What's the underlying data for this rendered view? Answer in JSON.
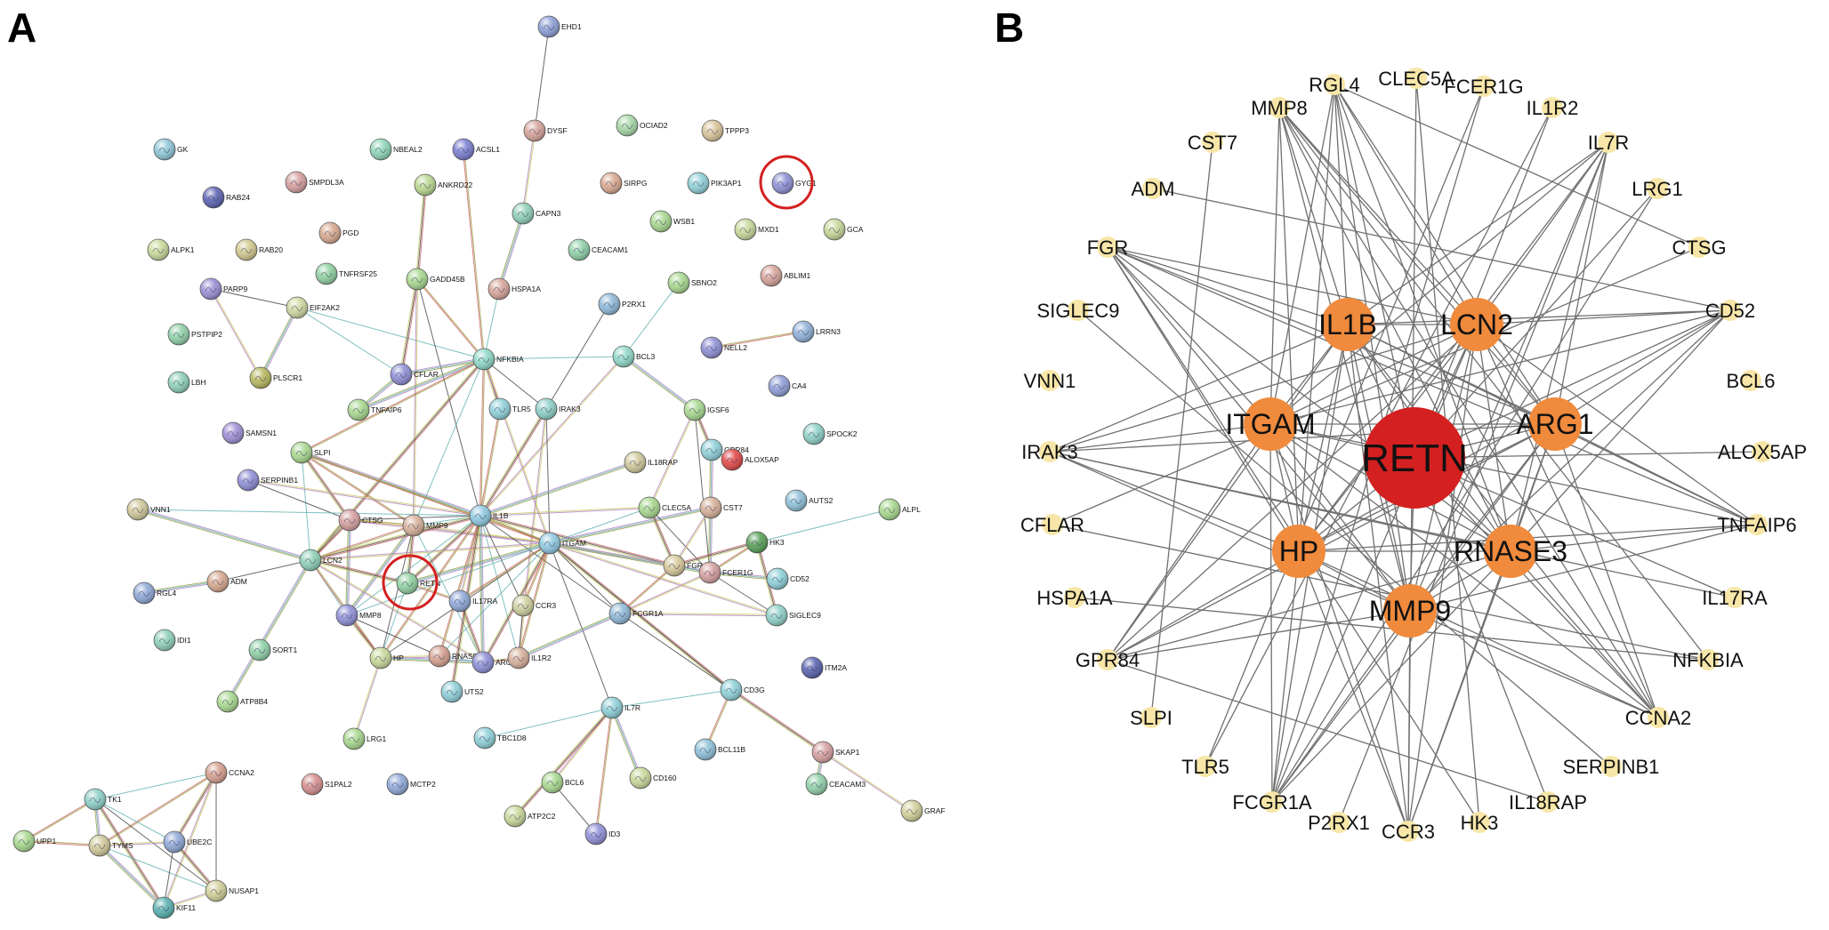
{
  "panels": {
    "a": "A",
    "b": "B"
  },
  "panel_a": {
    "nodes": [
      {
        "id": "EHD1",
        "color": "#8d9fd6"
      },
      {
        "id": "DYSF",
        "color": "#d6a49a"
      },
      {
        "id": "OCIAD2",
        "color": "#a8d8a8"
      },
      {
        "id": "TPPP3",
        "color": "#d9c49a"
      },
      {
        "id": "GK",
        "color": "#8fc7d8"
      },
      {
        "id": "NBEAL2",
        "color": "#8fd5b8"
      },
      {
        "id": "ACSL1",
        "color": "#7a7fd0"
      },
      {
        "id": "SMPDL3A",
        "color": "#d6a0a0"
      },
      {
        "id": "ANKRD22",
        "color": "#b8d88f"
      },
      {
        "id": "SIRPG",
        "color": "#d8a88f"
      },
      {
        "id": "PIK3AP1",
        "color": "#8fd0d8"
      },
      {
        "id": "GYG1",
        "color": "#8f8fd6"
      },
      {
        "id": "RAB24",
        "color": "#5a63b0"
      },
      {
        "id": "CAPN3",
        "color": "#8fd0b8"
      },
      {
        "id": "WSB1",
        "color": "#a8d88f"
      },
      {
        "id": "MXD1",
        "color": "#c8d89a"
      },
      {
        "id": "GCA",
        "color": "#c8d89a"
      },
      {
        "id": "ALPK1",
        "color": "#c8d89a"
      },
      {
        "id": "RAB20",
        "color": "#d0c88f"
      },
      {
        "id": "PGD",
        "color": "#d6a88f"
      },
      {
        "id": "CEACAM1",
        "color": "#8fd0a8"
      },
      {
        "id": "GADD45B",
        "color": "#a8d88f"
      },
      {
        "id": "HSPA1A",
        "color": "#d6a49a"
      },
      {
        "id": "TNFRSF25",
        "color": "#8fd0a0"
      },
      {
        "id": "SBNO2",
        "color": "#a8d88f"
      },
      {
        "id": "ABLIM1",
        "color": "#d6a49a"
      },
      {
        "id": "PARP9",
        "color": "#9a8fd6"
      },
      {
        "id": "EIF2AK2",
        "color": "#d0d8a0"
      },
      {
        "id": "P2RX1",
        "color": "#8fb8d8"
      },
      {
        "id": "LRRN3",
        "color": "#8fb0d8"
      },
      {
        "id": "PSTPIP2",
        "color": "#8fd0a8"
      },
      {
        "id": "NELL2",
        "color": "#8f8fd6"
      },
      {
        "id": "BCL3",
        "color": "#8fd8c8"
      },
      {
        "id": "CFLAR",
        "color": "#8f8fd6"
      },
      {
        "id": "NFKBIA",
        "color": "#8fd8c8"
      },
      {
        "id": "PLSCR1",
        "color": "#b8b860"
      },
      {
        "id": "LBH",
        "color": "#8fd0b8"
      },
      {
        "id": "CA4",
        "color": "#8f9fd6"
      },
      {
        "id": "TLR5",
        "color": "#8fd0d8"
      },
      {
        "id": "IRAK3",
        "color": "#8fd0c8"
      },
      {
        "id": "IGSF6",
        "color": "#a8d88f"
      },
      {
        "id": "TNFAIP6",
        "color": "#a8d88f"
      },
      {
        "id": "SAMSN1",
        "color": "#a08fd6"
      },
      {
        "id": "SPOCK2",
        "color": "#8fd0c8"
      },
      {
        "id": "GPR84",
        "color": "#8fd0d8"
      },
      {
        "id": "ALOX5AP",
        "color": "#e04848"
      },
      {
        "id": "SLPI",
        "color": "#a8d88f"
      },
      {
        "id": "IL18RAP",
        "color": "#d0c89a"
      },
      {
        "id": "SERPINB1",
        "color": "#8f8fd6"
      },
      {
        "id": "AUTS2",
        "color": "#8fc0d8"
      },
      {
        "id": "VNN1",
        "color": "#d0c89a"
      },
      {
        "id": "CTSG",
        "color": "#d6a0a0"
      },
      {
        "id": "MMP9",
        "color": "#d6b09a"
      },
      {
        "id": "IL1B",
        "color": "#8fc8e0"
      },
      {
        "id": "ITGAM",
        "color": "#8fc8e0"
      },
      {
        "id": "CLEC5A",
        "color": "#a8d88f"
      },
      {
        "id": "CST7",
        "color": "#d6b09a"
      },
      {
        "id": "ALPL",
        "color": "#a8d88f"
      },
      {
        "id": "HK3",
        "color": "#5aa05a"
      },
      {
        "id": "LCN2",
        "color": "#8fd0b8"
      },
      {
        "id": "FGR",
        "color": "#d6c89a"
      },
      {
        "id": "FCER1G",
        "color": "#d6a0a0"
      },
      {
        "id": "CD52",
        "color": "#8fd0d8"
      },
      {
        "id": "RGL4",
        "color": "#8fa8d6"
      },
      {
        "id": "ADM",
        "color": "#d6a88f"
      },
      {
        "id": "RETN",
        "color": "#8fd0a0"
      },
      {
        "id": "IL17RA",
        "color": "#8fa8d6"
      },
      {
        "id": "CCR3",
        "color": "#d0d0a0"
      },
      {
        "id": "FCGR1A",
        "color": "#8fb8d8"
      },
      {
        "id": "SIGLEC9",
        "color": "#8fd0c8"
      },
      {
        "id": "MMP8",
        "color": "#8f8fd6"
      },
      {
        "id": "IDI1",
        "color": "#8fd0b8"
      },
      {
        "id": "SORT1",
        "color": "#8fd0a8"
      },
      {
        "id": "HP",
        "color": "#c8d89a"
      },
      {
        "id": "RNASE3",
        "color": "#d6a08f"
      },
      {
        "id": "ARG1",
        "color": "#8f8fd6"
      },
      {
        "id": "IL1R2",
        "color": "#d6b09a"
      },
      {
        "id": "ITM2A",
        "color": "#5a63b0"
      },
      {
        "id": "ATP8B4",
        "color": "#a8d88f"
      },
      {
        "id": "UTS2",
        "color": "#8fd0d8"
      },
      {
        "id": "CD3G",
        "color": "#8fd0d8"
      },
      {
        "id": "IL7R",
        "color": "#8fd0d8"
      },
      {
        "id": "LRG1",
        "color": "#a8d88f"
      },
      {
        "id": "TBC1D8",
        "color": "#8fd0d8"
      },
      {
        "id": "BCL11B",
        "color": "#8fc0d8"
      },
      {
        "id": "SKAP1",
        "color": "#d6a0a0"
      },
      {
        "id": "CCNA2",
        "color": "#d6a08f"
      },
      {
        "id": "S1PAL2",
        "color": "#d68f8f"
      },
      {
        "id": "MCTP2",
        "color": "#8fa8d6"
      },
      {
        "id": "BCL6",
        "color": "#a8d88f"
      },
      {
        "id": "CD160",
        "color": "#c8d89a"
      },
      {
        "id": "CEACAM3",
        "color": "#8fd0a8"
      },
      {
        "id": "TK1",
        "color": "#8fd0c8"
      },
      {
        "id": "ATP2C2",
        "color": "#c8d89a"
      },
      {
        "id": "GRAF",
        "color": "#d0d09a"
      },
      {
        "id": "UPP1",
        "color": "#a8d88f"
      },
      {
        "id": "TYMS",
        "color": "#d0c89a"
      },
      {
        "id": "UBE2C",
        "color": "#8fa8d6"
      },
      {
        "id": "ID3",
        "color": "#8f8fd6"
      },
      {
        "id": "NUSAP1",
        "color": "#d0d09a"
      },
      {
        "id": "KIF11",
        "color": "#5ab0b0"
      }
    ],
    "highlighted": [
      "GYG1",
      "RETN"
    ]
  },
  "panel_b": {
    "hub_nodes": [
      {
        "id": "RETN",
        "color": "#d42020",
        "rank": "top"
      },
      {
        "id": "IL1B",
        "color": "#f08a3c",
        "rank": "hub"
      },
      {
        "id": "LCN2",
        "color": "#f08a3c",
        "rank": "hub"
      },
      {
        "id": "ITGAM",
        "color": "#f08a3c",
        "rank": "hub"
      },
      {
        "id": "ARG1",
        "color": "#f08a3c",
        "rank": "hub"
      },
      {
        "id": "HP",
        "color": "#f08a3c",
        "rank": "hub"
      },
      {
        "id": "RNASE3",
        "color": "#f08a3c",
        "rank": "hub"
      },
      {
        "id": "MMP9",
        "color": "#f08a3c",
        "rank": "hub"
      }
    ],
    "outer_nodes": [
      "RGL4",
      "CLEC5A",
      "FCER1G",
      "MMP8",
      "IL1R2",
      "CST7",
      "IL7R",
      "ADM",
      "LRG1",
      "FGR",
      "CTSG",
      "SIGLEC9",
      "CD52",
      "VNN1",
      "BCL6",
      "IRAK3",
      "ALOX5AP",
      "CFLAR",
      "TNFAIP6",
      "HSPA1A",
      "IL17RA",
      "GPR84",
      "NFKBIA",
      "SLPI",
      "CCNA2",
      "TLR5",
      "SERPINB1",
      "FCGR1A",
      "IL18RAP",
      "P2RX1",
      "CCR3",
      "HK3"
    ],
    "outer_color": "#f7e6a8",
    "edge_color": "#707070"
  }
}
